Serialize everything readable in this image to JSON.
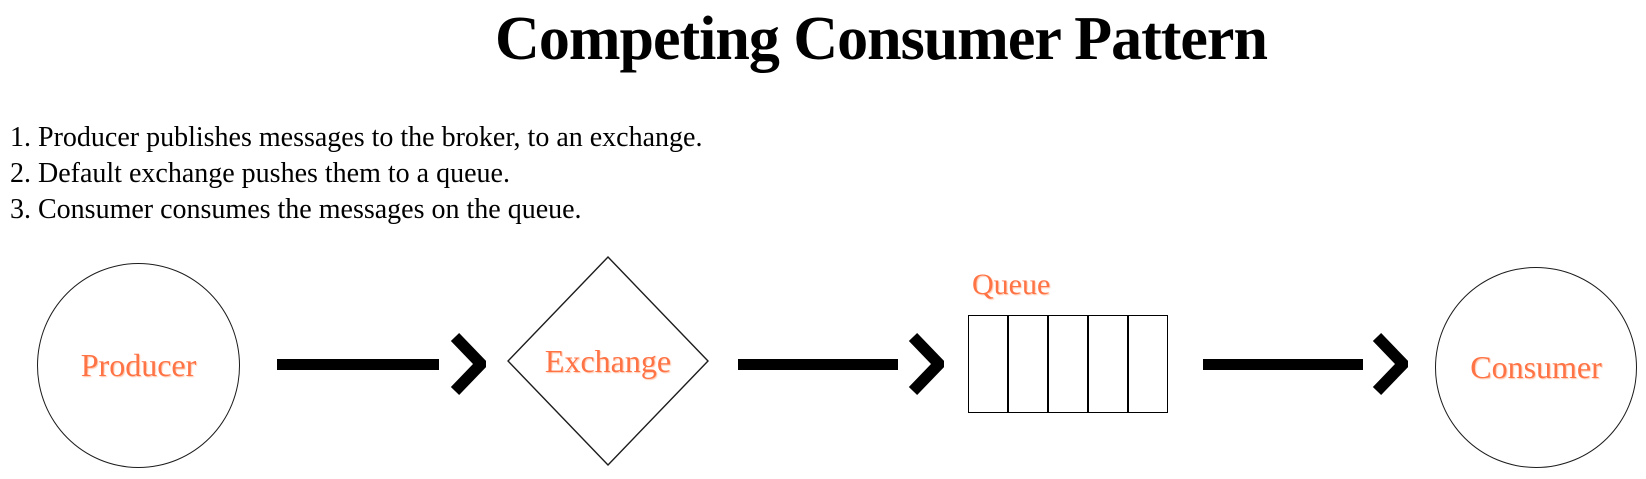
{
  "title": "Competing Consumer Pattern",
  "steps": [
    "1. Producer publishes messages to the broker, to an exchange.",
    "2. Default exchange pushes them to a queue.",
    "3. Consumer consumes the messages on the queue."
  ],
  "diagram": {
    "nodes": {
      "producer": {
        "label": "Producer",
        "shape": "circle"
      },
      "exchange": {
        "label": "Exchange",
        "shape": "diamond"
      },
      "queue": {
        "label": "Queue",
        "shape": "partitioned-rectangle",
        "slots": 5
      },
      "consumer": {
        "label": "Consumer",
        "shape": "circle"
      }
    },
    "colors": {
      "label_accent": "#ff7345",
      "shape_outline": "#1c1c1c",
      "arrow": "#000000",
      "background": "#ffffff"
    }
  }
}
